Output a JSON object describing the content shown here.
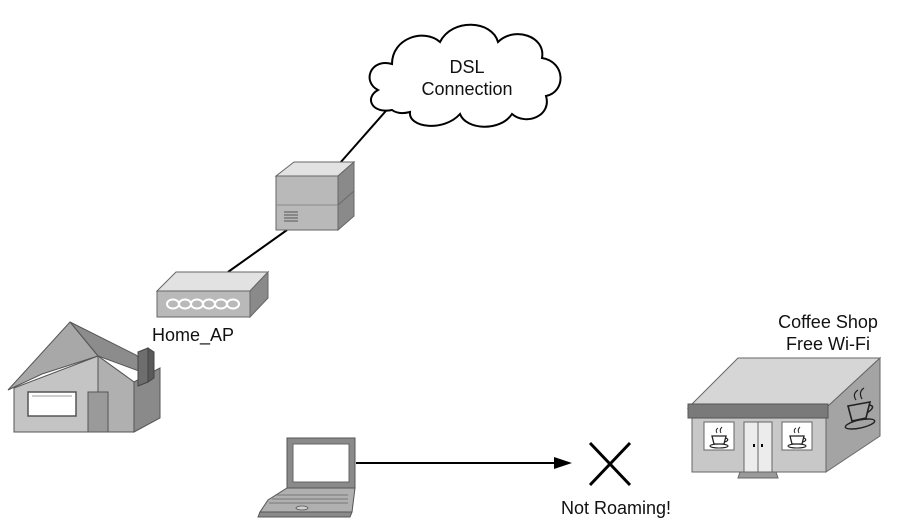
{
  "cloud": {
    "line1": "DSL",
    "line2": "Connection"
  },
  "home_ap": {
    "label": "Home_AP"
  },
  "coffee_shop": {
    "line1": "Coffee Shop",
    "line2": "Free Wi-Fi"
  },
  "status": {
    "label": "Not Roaming!"
  },
  "colors": {
    "device_light": "#d4d4d4",
    "device_mid": "#a9a9a9",
    "device_dark": "#7a7a7a",
    "line": "#000000"
  }
}
